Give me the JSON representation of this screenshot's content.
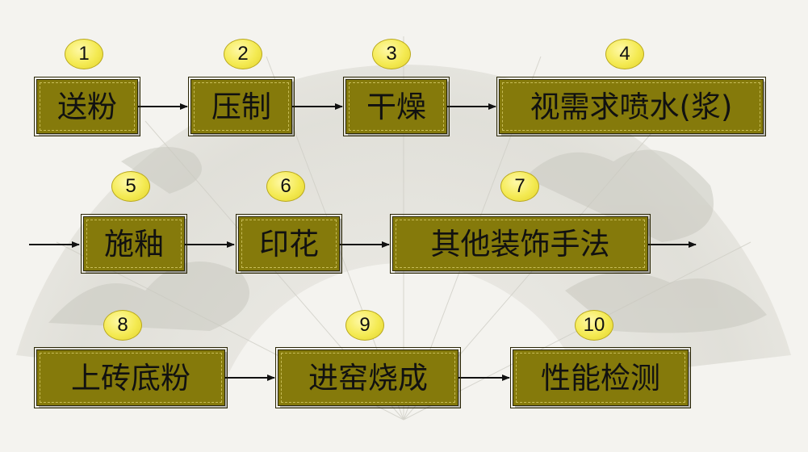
{
  "diagram": {
    "steps": [
      {
        "number": "1",
        "label": "送粉"
      },
      {
        "number": "2",
        "label": "压制"
      },
      {
        "number": "3",
        "label": "干燥"
      },
      {
        "number": "4",
        "label": "视需求喷水(浆)"
      },
      {
        "number": "5",
        "label": "施釉"
      },
      {
        "number": "6",
        "label": "印花"
      },
      {
        "number": "7",
        "label": "其他装饰手法"
      },
      {
        "number": "8",
        "label": "上砖底粉"
      },
      {
        "number": "9",
        "label": "进窑烧成"
      },
      {
        "number": "10",
        "label": "性能检测"
      }
    ]
  },
  "colors": {
    "box_fill": "#857a0b",
    "badge_fill": "#f4ea52",
    "arrow": "#111111"
  }
}
